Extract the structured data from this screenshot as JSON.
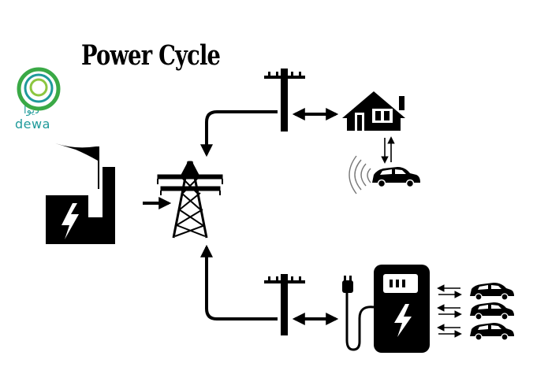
{
  "title": "Power Cycle",
  "logo": {
    "text_en": "dewa",
    "text_ar": "ديوا",
    "ring_outer_color": "#3aa946",
    "ring_inner_color": "#1f9a9a"
  },
  "icons": {
    "power_plant": "power-plant-icon",
    "transmission_tower": "transmission-tower-icon",
    "utility_pole_top": "utility-pole-icon",
    "house": "house-icon",
    "electric_car": "electric-car-icon",
    "utility_pole_bottom": "utility-pole-icon",
    "charging_station": "charging-station-icon",
    "cars": "car-icon"
  },
  "colors": {
    "ink": "#000000",
    "background": "#ffffff"
  }
}
